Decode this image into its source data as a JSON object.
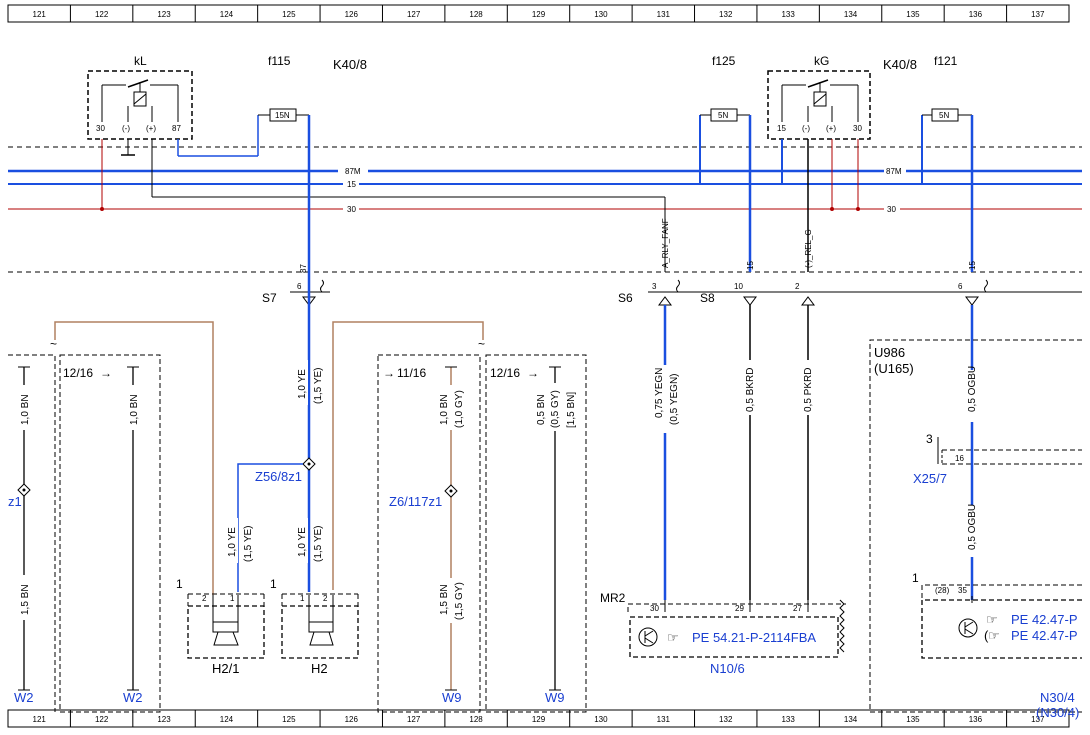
{
  "grid": {
    "columns": [
      "121",
      "122",
      "123",
      "124",
      "125",
      "126",
      "127",
      "128",
      "129",
      "130",
      "131",
      "132",
      "133",
      "134",
      "135",
      "136",
      "137"
    ]
  },
  "relays": {
    "kL": {
      "name": "kL",
      "pins": [
        "30",
        "(-)",
        "(+)",
        "87"
      ]
    },
    "kG": {
      "name": "kG",
      "pins": [
        "15",
        "(-)",
        "(+)",
        "30"
      ]
    }
  },
  "labels": {
    "f115": "f115",
    "k40_left": "K40/8",
    "f125": "f125",
    "k40_right": "K40/8",
    "f121": "f121",
    "fuse_15n": "15N",
    "fuse_5n_a": "5N",
    "fuse_5n_b": "5N",
    "bus_87m_left": "87M",
    "bus_15": "15",
    "bus_30_left": "30",
    "bus_87m_right": "87M",
    "bus_30_right": "30",
    "s7": "S7",
    "s6": "S6",
    "s8": "S8",
    "s7_pin_top": "87",
    "s7_pin": "6",
    "s6_pin_top": "A_RLY_FANF",
    "s6_pin": "3",
    "s8_pin_a_top": "15",
    "s8_pin_a": "10",
    "s8_pin_b_top": "(-)_REL_G",
    "s8_pin_b": "2",
    "s8_pin_c_top": "15",
    "s8_pin_c": "6",
    "u986": "U986",
    "u165": "(U165)",
    "ref_1216_a": "12/16",
    "ref_1116": "11/16",
    "ref_1216_b": "12/16",
    "w_10bn": "1,0 BN",
    "w_10bn_b": "1,0 BN",
    "w_15bn": "1,5 BN",
    "w_10ye_a": "1,0 YE",
    "w_15ye_a": "(1,5 YE)",
    "w_10ye_b": "1,0 YE",
    "w_15ye_b": "(1,5 YE)",
    "w_10ye_c": "1,0 YE",
    "w_15ye_c": "(1,5 YE)",
    "w_10bn_gy": "1,0 BN",
    "w_10gy": "(1,0 GY)",
    "w_15bn_gy": "1,5 BN",
    "w_15gy": "(1,5 GY)",
    "w_05bn": "0,5 BN",
    "w_05gy": "(0,5 GY)",
    "w_15bn_br": "[1,5 BN]",
    "w_075yegn": "0,75 YEGN",
    "w_05yegn": "(0,5 YEGN)",
    "w_05bkrd": "0,5 BKRD",
    "w_05pkrd": "0,5 PKRD",
    "w_05ogbu_a": "0,5 OGBU",
    "w_05ogbu_b": "0,5 OGBU",
    "z1": "z1",
    "z56": "Z56/8z1",
    "z6": "Z6/117z1",
    "x25": "X25/7",
    "x25_pin": "3",
    "x25_pin16": "16",
    "h21": "H2/1",
    "h2": "H2",
    "h21_num": "1",
    "h2_num": "1",
    "h21_p2": "2",
    "h21_p1": "1",
    "h2_p1": "1",
    "h2_p2": "2",
    "w2_a": "W2",
    "w2_b": "W2",
    "w9_a": "W9",
    "w9_b": "W9",
    "mr2": "MR2",
    "mr2_p30": "30",
    "mr2_p29": "29",
    "mr2_p27": "27",
    "pe_n10": "PE 54.21-P-2114FBA",
    "n106": "N10/6",
    "n304_num": "1",
    "n304_p28": "(28)",
    "n304_p35": "35",
    "pe_n30_a": "PE 42.47-P",
    "pe_n30_b": "PE 42.47-P",
    "n304": "N30/4",
    "n304b": "(N30/4)"
  },
  "colors": {
    "blue": "#1a4fe0",
    "red": "#b00000",
    "brown": "#b08060",
    "black": "#000000",
    "label_blue": "#1a3fd1"
  }
}
